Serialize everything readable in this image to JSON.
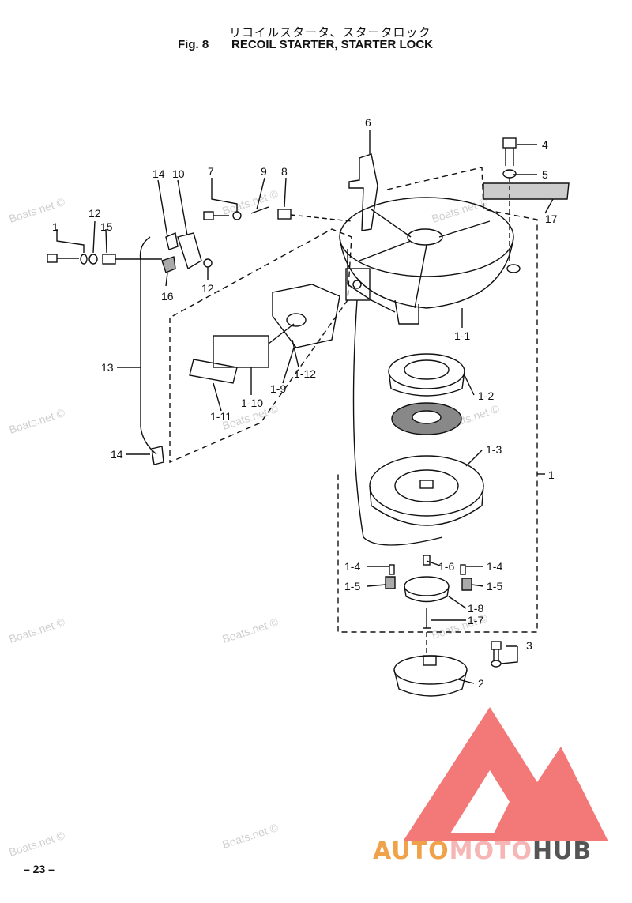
{
  "header": {
    "title_jp": "リコイルスタータ、スタータロック",
    "fig_label": "Fig. 8",
    "title_en": "RECOIL STARTER, STARTER LOCK"
  },
  "page_number": "– 23 –",
  "watermark": "Boats.net ©",
  "logo": {
    "part1": "AUTO",
    "part2": "MOTO",
    "part3": "HUB",
    "colors": {
      "auto": "#f0a24a",
      "moto": "#f7b6b6",
      "hub": "#555555",
      "triangle": "#f26a6a"
    }
  },
  "callouts": [
    {
      "id": "c6",
      "label": "6"
    },
    {
      "id": "c4",
      "label": "4"
    },
    {
      "id": "c5",
      "label": "5"
    },
    {
      "id": "c17",
      "label": "17"
    },
    {
      "id": "c14a",
      "label": "14"
    },
    {
      "id": "c10",
      "label": "10"
    },
    {
      "id": "c7",
      "label": "7"
    },
    {
      "id": "c9",
      "label": "9"
    },
    {
      "id": "c8",
      "label": "8"
    },
    {
      "id": "c12a",
      "label": "12"
    },
    {
      "id": "c1a",
      "label": "1"
    },
    {
      "id": "c15",
      "label": "15"
    },
    {
      "id": "c16",
      "label": "16"
    },
    {
      "id": "c12b",
      "label": "12"
    },
    {
      "id": "c1-1",
      "label": "1-1"
    },
    {
      "id": "c1-12",
      "label": "1-12"
    },
    {
      "id": "c1-9",
      "label": "1-9"
    },
    {
      "id": "c1-10",
      "label": "1-10"
    },
    {
      "id": "c1-11",
      "label": "1-11"
    },
    {
      "id": "c13",
      "label": "13"
    },
    {
      "id": "c1-2",
      "label": "1-2"
    },
    {
      "id": "c1-3",
      "label": "1-3"
    },
    {
      "id": "c1b",
      "label": "1"
    },
    {
      "id": "c14b",
      "label": "14"
    },
    {
      "id": "c1-4a",
      "label": "1-4"
    },
    {
      "id": "c1-6",
      "label": "1-6"
    },
    {
      "id": "c1-4b",
      "label": "1-4"
    },
    {
      "id": "c1-5a",
      "label": "1-5"
    },
    {
      "id": "c1-5b",
      "label": "1-5"
    },
    {
      "id": "c1-8",
      "label": "1-8"
    },
    {
      "id": "c1-7",
      "label": "1-7"
    },
    {
      "id": "c3",
      "label": "3"
    },
    {
      "id": "c2",
      "label": "2"
    }
  ]
}
